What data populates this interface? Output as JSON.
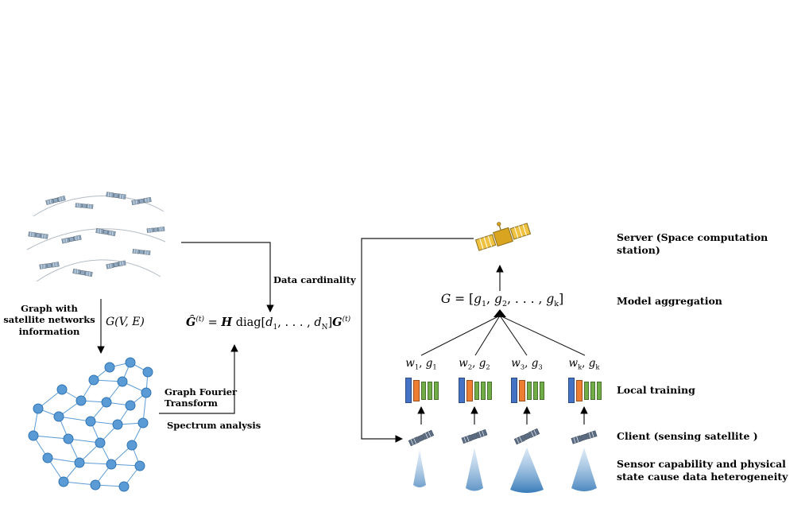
{
  "colors": {
    "graph_node": "#5B9BD5",
    "beam_blue": "#2E74B5",
    "bar_blue": "#4472C4",
    "bar_orange": "#ED7D31",
    "bar_green": "#70AD47",
    "server_gold": "#D9A420",
    "constellation_satellite": "#8FA8BF",
    "client_satellite": "#5A6B82"
  },
  "icons": {
    "server": "server-satellite-icon",
    "clients": "client-satellite-icon",
    "constellation": "satellite-constellation",
    "graph": "satellite-network-graph",
    "beams": "sensing-beam-cone"
  },
  "left_flow": {
    "constellation_caption": "Graph with satellite networks information",
    "graph_symbol": "G(V, E)",
    "data_cardinality_label": "Data cardinality",
    "gft_label": "Graph Fourier Transform",
    "spectrum_label": "Spectrum analysis",
    "formula": {
      "lhs": "Ĝ",
      "sup_t": "(t)",
      "eq": " = ",
      "H": "H",
      "diag": " diag[",
      "d": "d",
      "sub1": "1",
      "dots": ", . . . , ",
      "subN": "N",
      "rb": "]",
      "G": "G",
      "sup_t2": "(t)"
    }
  },
  "right_flow": {
    "aggregation": {
      "G": "G",
      "eq": " = [",
      "g": "g",
      "sub1": "1",
      "comma": ", ",
      "sub2": "2",
      "dots": ", . . . , ",
      "subk": "k",
      "rb": "]"
    },
    "clients": [
      {
        "w": "w",
        "w_sub": "1",
        "g": "g",
        "g_sub": "1"
      },
      {
        "w": "w",
        "w_sub": "2",
        "g": "g",
        "g_sub": "2"
      },
      {
        "w": "w",
        "w_sub": "3",
        "g": "g",
        "g_sub": "3"
      },
      {
        "w": "w",
        "w_sub": "k",
        "g": "g",
        "g_sub": "k"
      }
    ],
    "sep": ", "
  },
  "annotations": {
    "server": "Server (Space computation station)",
    "aggregation": "Model aggregation",
    "training": "Local training",
    "client": "Client (sensing satellite )",
    "heterogeneity": "Sensor capability and physical state cause data heterogeneity"
  }
}
